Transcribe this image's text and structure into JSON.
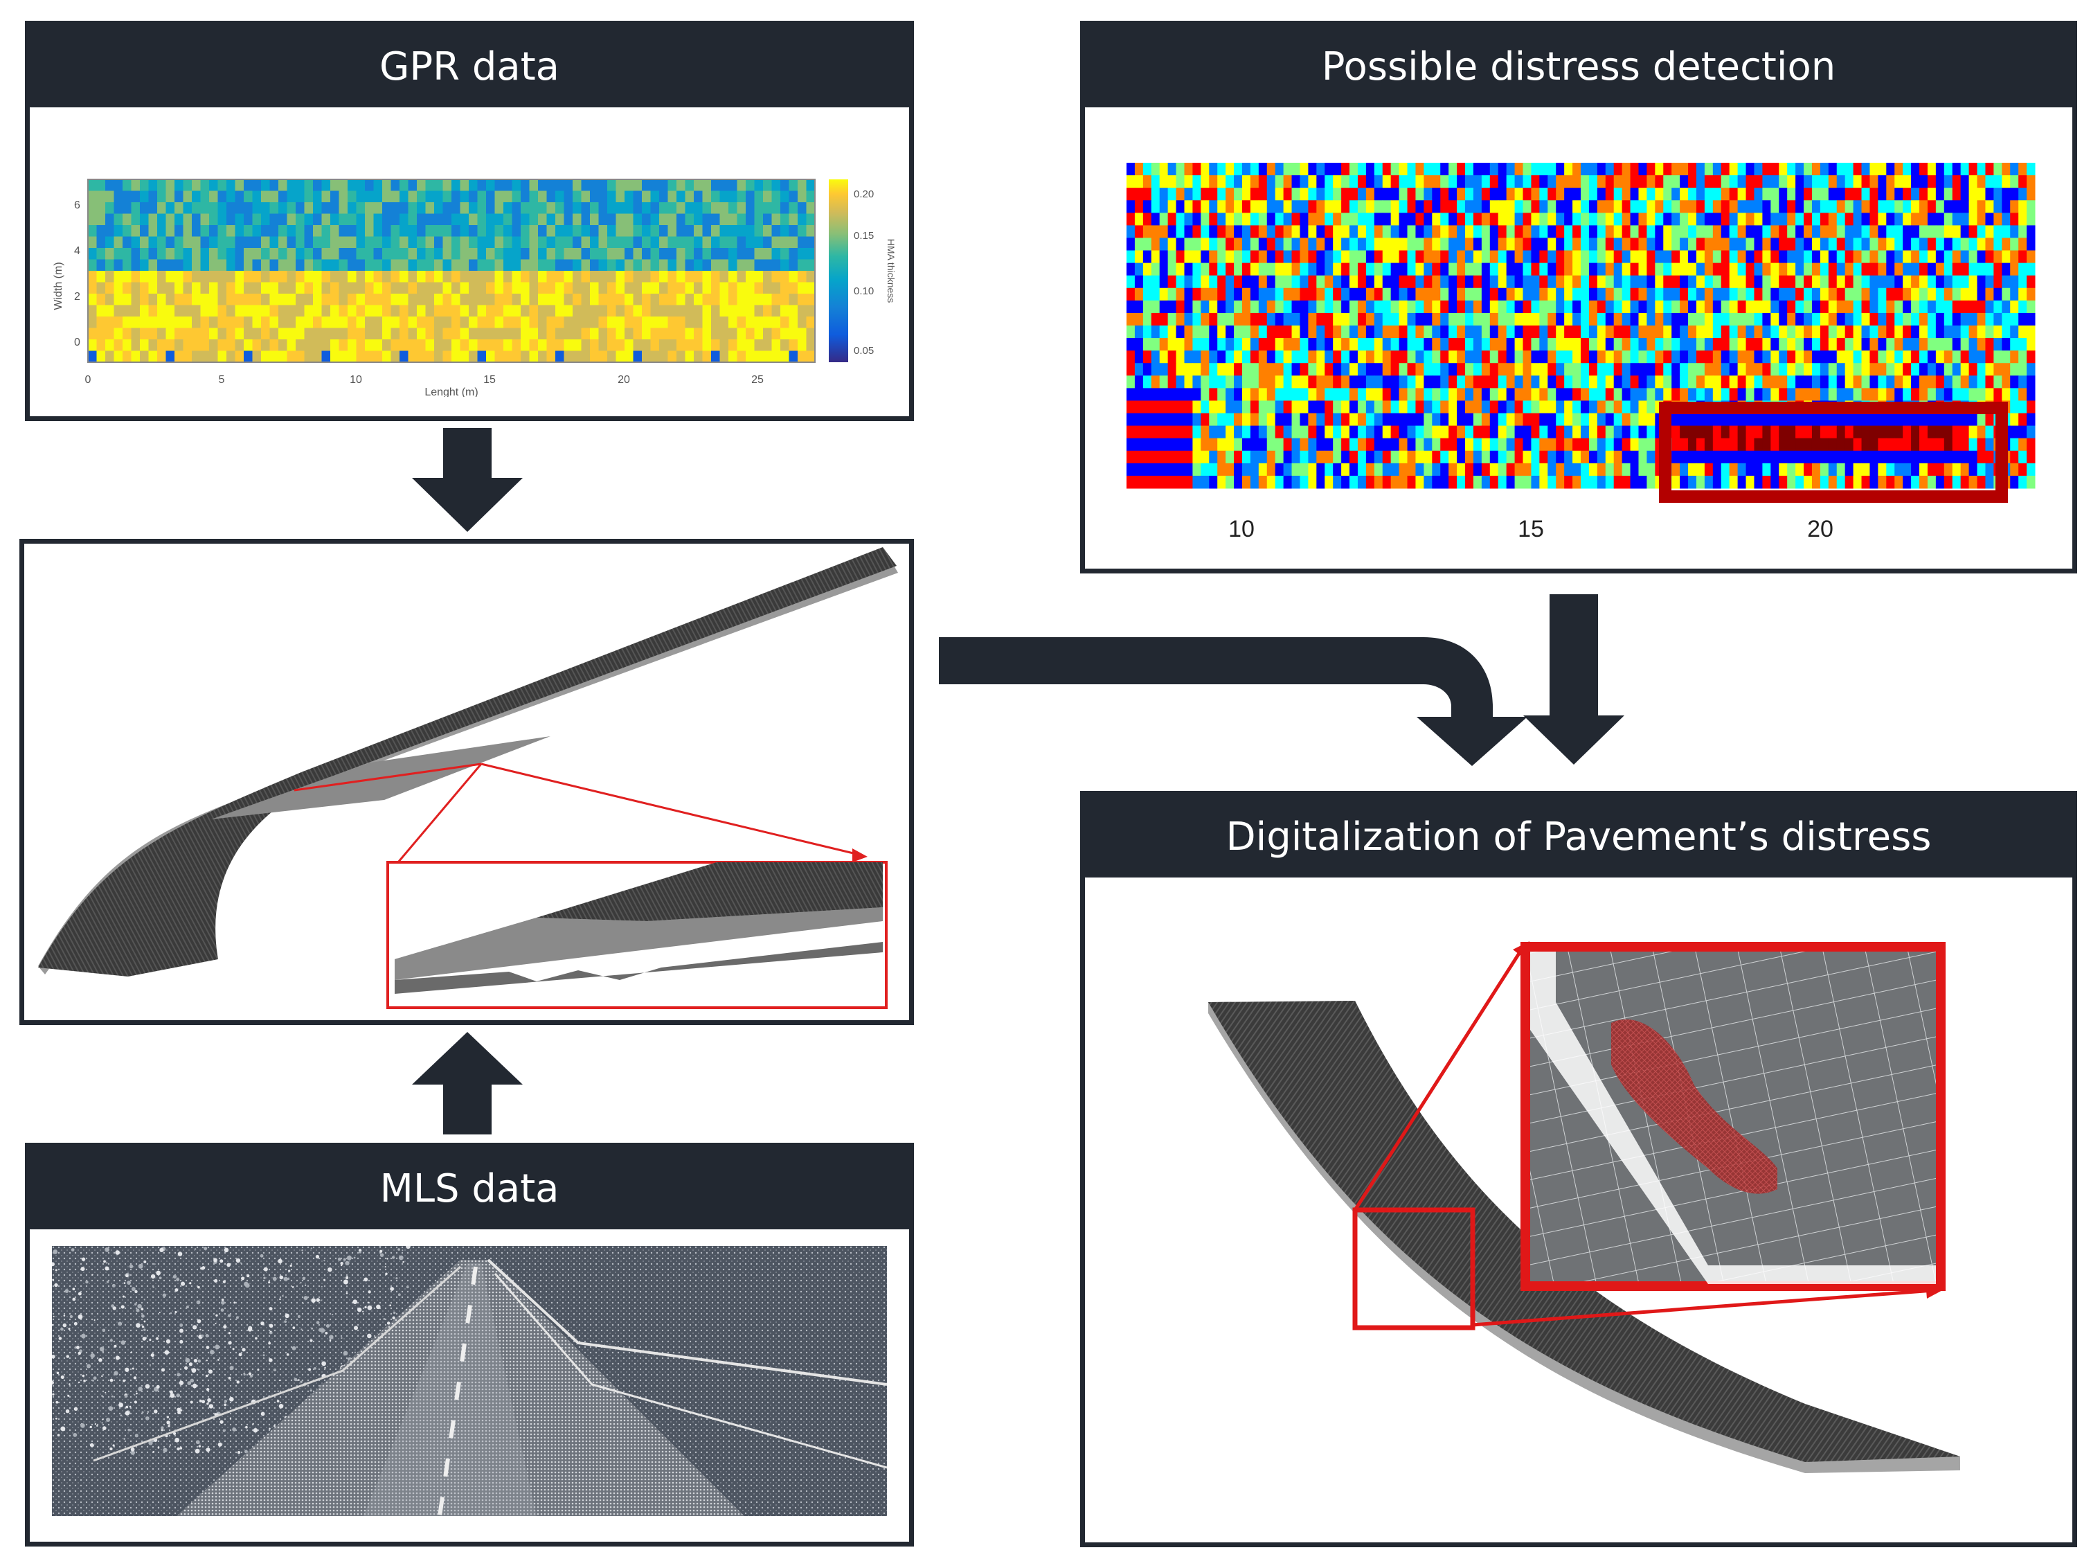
{
  "colors": {
    "panel_dark": "#222831",
    "highlight_red": "#cc1010",
    "jet": [
      "#00007f",
      "#0000ff",
      "#0080ff",
      "#00ffff",
      "#80ff80",
      "#ffff00",
      "#ff8000",
      "#ff0000",
      "#7f0000"
    ],
    "parula": [
      "#352a87",
      "#0f5cdd",
      "#1481d6",
      "#06a4ca",
      "#2eb7a4",
      "#87bf77",
      "#d1bb59",
      "#fec832",
      "#f9fb0e"
    ]
  },
  "panels": {
    "gpr": {
      "title": "GPR data",
      "plot": {
        "ylabel": "Width (m)",
        "xlabel": "Lenght (m)",
        "y_ticks": [
          "6",
          "4",
          "2",
          "0"
        ],
        "x_ticks": [
          "0",
          "5",
          "10",
          "15",
          "20",
          "25"
        ],
        "colorbar_label": "HMA thickness",
        "colorbar_ticks": [
          "0.20",
          "0.15",
          "0.10",
          "0.05"
        ]
      }
    },
    "model": {},
    "mls": {
      "title": "MLS data"
    },
    "distress": {
      "title": "Possible distress detection",
      "x_ticks": [
        "10",
        "15",
        "20"
      ]
    },
    "digital": {
      "title": "Digitalization of Pavement’s distress"
    }
  },
  "arrows": [
    "arrow-down-icon",
    "arrow-up-icon",
    "arrow-down-icon",
    "curved-arrow-down-icon"
  ]
}
